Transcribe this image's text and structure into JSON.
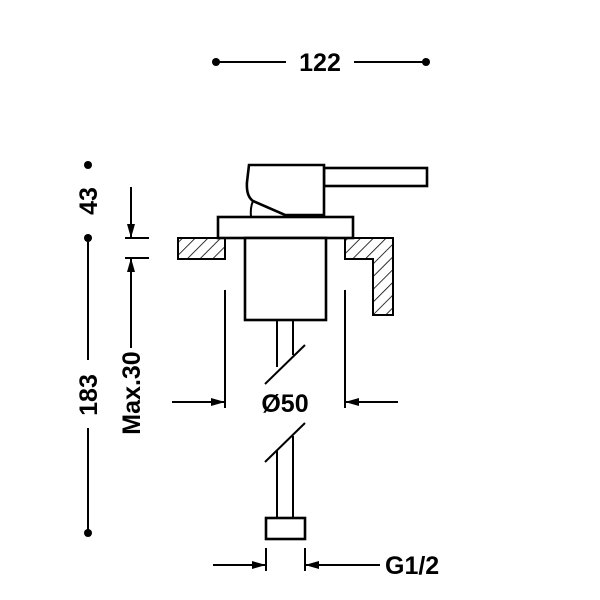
{
  "drawing": {
    "width_dim": "122",
    "lever_height_dim": "43",
    "total_height_dim": "183",
    "max_thickness_dim": "Max.30",
    "hole_diameter_dim": "Ø50",
    "connection_dim": "G1/2"
  }
}
